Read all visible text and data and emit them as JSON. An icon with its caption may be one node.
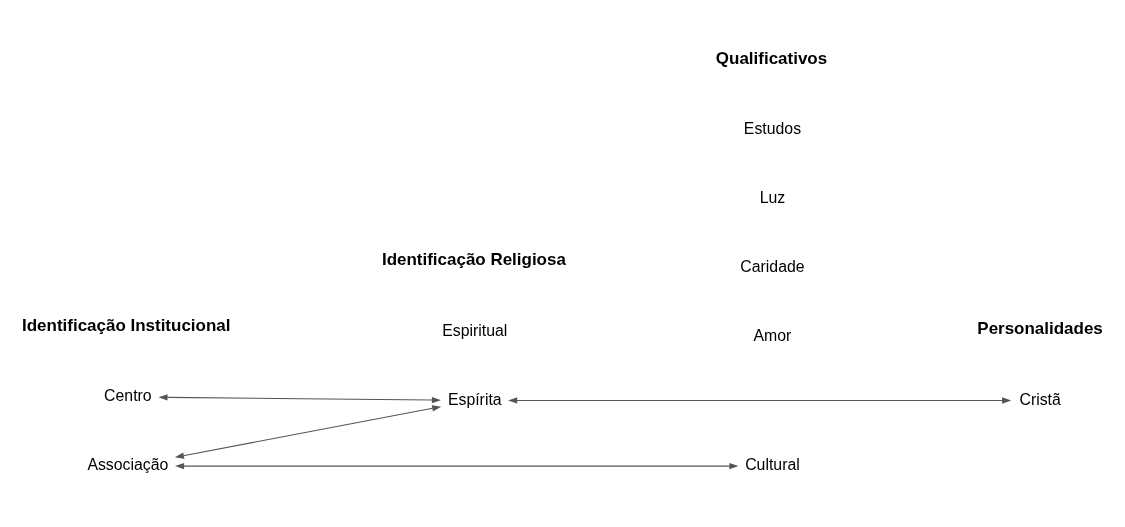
{
  "diagram": {
    "nodes": [
      {
        "text": [
          "Associação"
        ]
      },
      {
        "text": [
          "Centro"
        ]
      },
      {
        "text": [
          "Espírita"
        ]
      },
      {
        "text": [
          "Espiritual"
        ]
      },
      {
        "text": [
          "Amor"
        ]
      },
      {
        "text": [
          "Cultural"
        ]
      },
      {
        "text": [
          "Caridade"
        ]
      },
      {
        "text": [
          "Luz"
        ]
      },
      {
        "text": [
          "Estudos"
        ]
      },
      {
        "text": [
          "Cristã"
        ]
      }
    ],
    "edges": [
      {
        "from": 0,
        "to": 2,
        "arrow": "both"
      },
      {
        "from": 2,
        "to": 9,
        "arrow": "both"
      },
      {
        "from": 0,
        "to": 5,
        "arrow": "both"
      },
      {
        "from": 1,
        "to": 2,
        "arrow": "both"
      }
    ],
    "labels": [
      "Identificação Institucional",
      "Identificação Religiosa",
      "Qualificativos",
      "Personalidades"
    ]
  }
}
